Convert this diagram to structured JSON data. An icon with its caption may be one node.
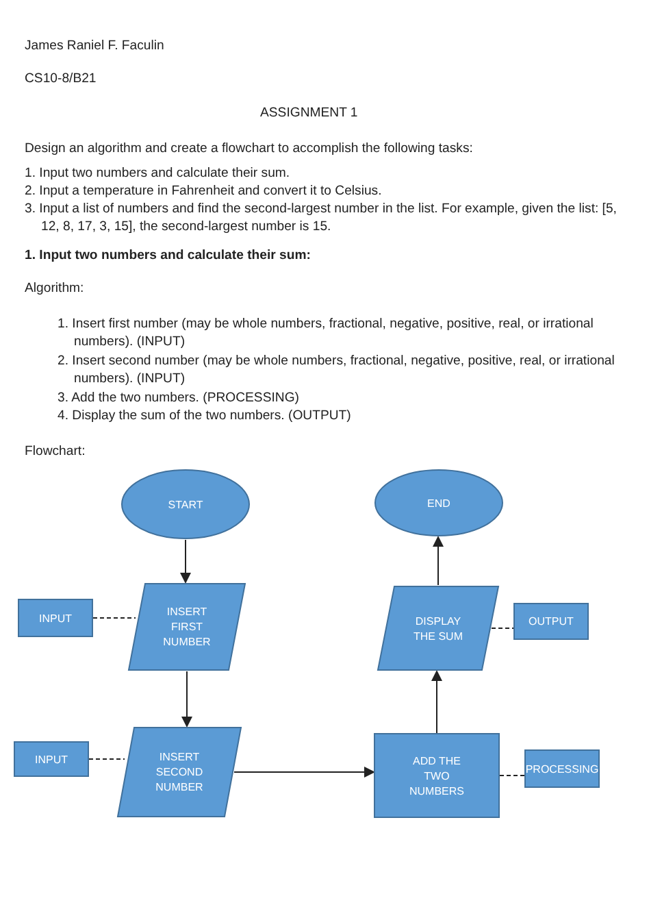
{
  "diagram": {
    "nodes": [
      {
        "text": [
          "START"
        ]
      },
      {
        "text": [
          "INSERT FIRST NUMBER"
        ]
      },
      {
        "text": [
          "INSERT SECOND NUMBER"
        ]
      },
      {
        "text": [
          "ADD THE TWO NUMBERS"
        ]
      },
      {
        "text": [
          "DISPLAY THE SUM"
        ]
      },
      {
        "text": [
          "END"
        ]
      },
      {
        "text": [
          "INPUT"
        ]
      },
      {
        "text": [
          "INPUT"
        ]
      },
      {
        "text": [
          "OUTPUT"
        ]
      },
      {
        "text": [
          "PROCESSING"
        ]
      }
    ],
    "edges": [
      {
        "from": 0,
        "to": 1,
        "arrow": "to"
      },
      {
        "from": 1,
        "to": 2,
        "arrow": "to"
      },
      {
        "from": 2,
        "to": 3,
        "arrow": "to"
      },
      {
        "from": 3,
        "to": 4,
        "arrow": "to"
      },
      {
        "from": 4,
        "to": 5,
        "arrow": "to"
      },
      {
        "from": 6,
        "to": 1,
        "arrow": "none",
        "style": "dashed"
      },
      {
        "from": 7,
        "to": 2,
        "arrow": "none",
        "style": "dashed"
      },
      {
        "from": 4,
        "to": 8,
        "arrow": "none",
        "style": "dashed"
      },
      {
        "from": 3,
        "to": 9,
        "arrow": "none",
        "style": "dashed"
      }
    ],
    "labels": [
      "James Raniel F. Faculin",
      "CS10-8/B21",
      "ASSIGNMENT 1",
      "Design an algorithm and create a flowchart to accomplish the following tasks:",
      "1. Input two numbers and calculate their sum.",
      "2. Input a temperature in Fahrenheit and convert it to Celsius.",
      "3. Input a list of numbers and find the second-largest number in the list. For example, given the list: [5, 12, 8, 17, 3, 15], the second-largest number is 15.",
      "1. Input two numbers and calculate their sum:",
      "Algorithm:",
      "1. Insert first number (may be whole numbers, fractional, negative, positive, real, or irrational numbers). (INPUT)",
      "2. Insert second number (may be whole numbers, fractional, negative, positive, real, or irrational numbers). (INPUT)",
      "3. Add the two numbers. (PROCESSING)",
      "4. Display the sum of the two numbers. (OUTPUT)",
      "Flowchart:"
    ]
  }
}
